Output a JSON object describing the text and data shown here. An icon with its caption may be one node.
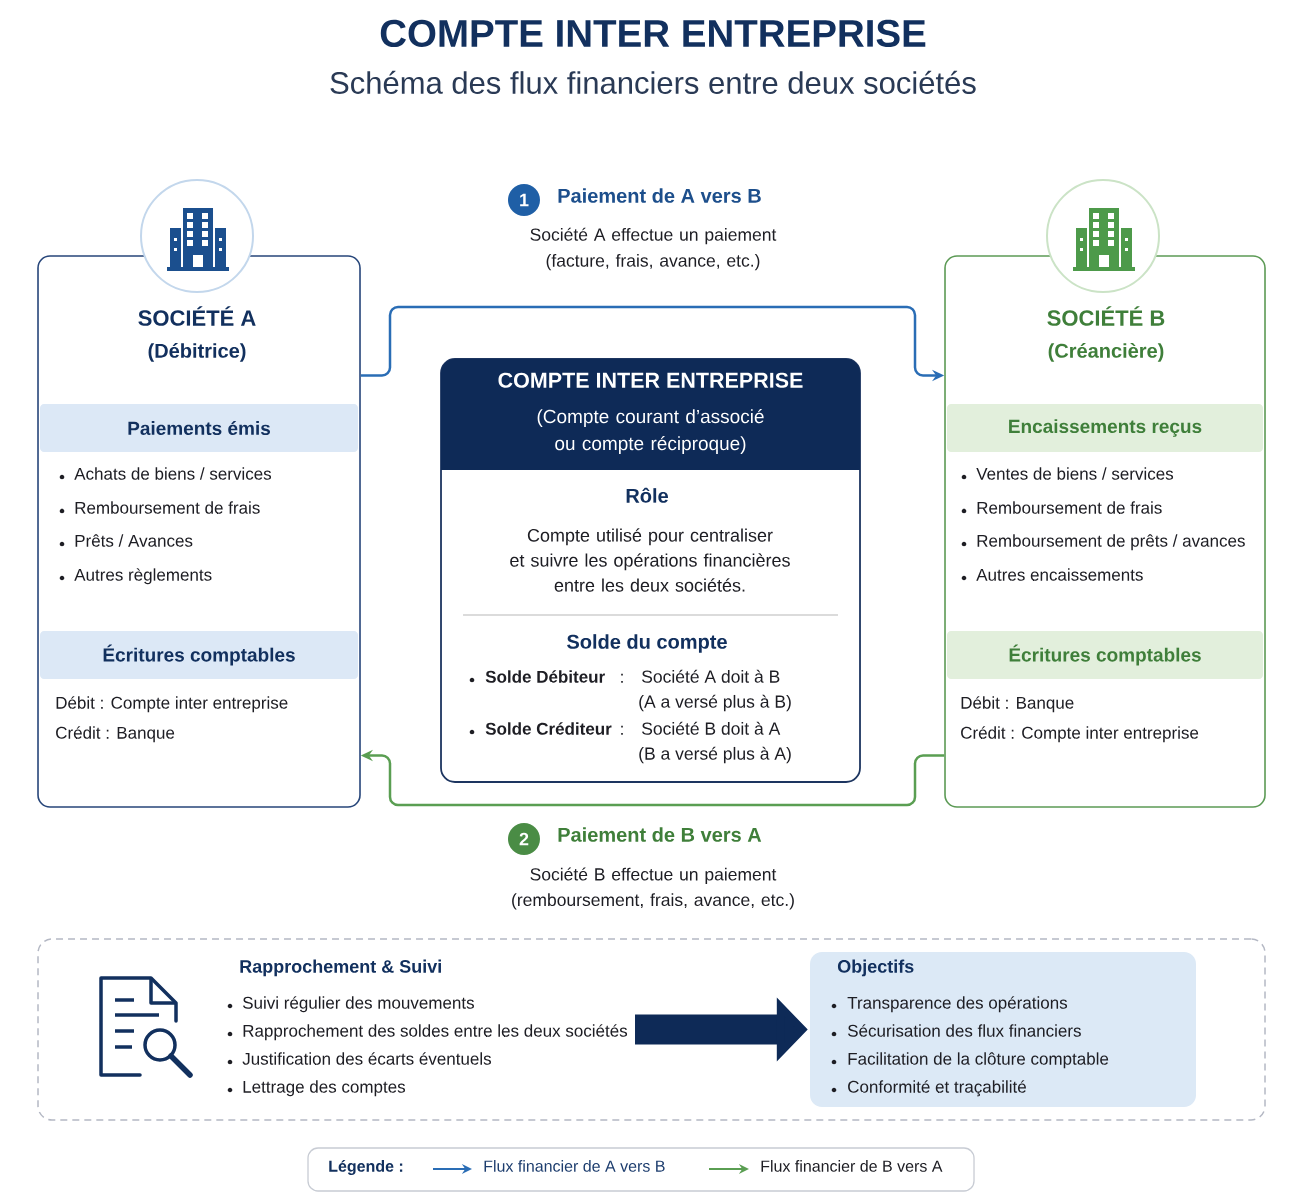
{
  "diagram": {
    "title": "COMPTE INTER ENTREPRISE",
    "nodes": [
      {
        "text": [
          "SOCIÉTÉ A",
          "(Débitrice)",
          "Achats de biens / services",
          "Remboursement de frais",
          "Prêts / Avances",
          "Autres règlements",
          "Débit : Compte inter entreprise",
          "Crédit : Banque"
        ]
      },
      {
        "text": [
          "Paiements émis"
        ],
        "in": 0
      },
      {
        "text": [
          "Écritures comptables"
        ],
        "in": 0
      },
      {
        "text": [
          "1"
        ],
        "beside": [
          "Paiement de A vers B"
        ]
      },
      {
        "text": [
          "Rôle",
          "Compte utilisé pour centraliser et suivre les opérations financières entre les deux sociétés.",
          "Solde du compte",
          "Solde Débiteur",
          ":",
          "Société A doit à B",
          "(A a versé plus à B)",
          "Solde Créditeur",
          ":",
          "Société B doit à A",
          "(B a versé plus à A)"
        ]
      },
      {
        "text": [
          "COMPTE INTER ENTREPRISE",
          "(Compte courant d’associé ou compte réciproque)"
        ],
        "in": 4
      },
      {
        "text": [
          "SOCIÉTÉ B",
          "(Créancière)",
          "Ventes de biens / services",
          "Remboursement de frais",
          "Remboursement de prêts / avances",
          "Autres encaissements",
          "Débit : Banque",
          "Crédit : Compte inter entreprise"
        ]
      },
      {
        "text": [
          "Encaissements reçus"
        ],
        "in": 6
      },
      {
        "text": [
          "Écritures comptables"
        ],
        "in": 6
      },
      {
        "text": [
          "2"
        ],
        "beside": [
          "Paiement de B vers A"
        ]
      },
      {
        "text": [],
        "shape": "box"
      },
      {
        "text": [
          "Rapprochement & Suivi",
          "Suivi régulier des mouvements",
          "Rapprochement des soldes entre les deux sociétés",
          "Justification des écarts éventuels",
          "Lettrage des comptes"
        ],
        "in": 10
      },
      {
        "text": [
          "Objectifs",
          "Transparence des opérations",
          "Sécurisation des flux financiers",
          "Facilitation de la clôture comptable",
          "Conformité et traçabilité"
        ],
        "in": 10
      }
    ],
    "edges": [
      {
        "from": 0,
        "to": 6,
        "arrow": "to",
        "color": "#2a6db5"
      },
      {
        "from": 6,
        "to": 0,
        "arrow": "to",
        "color": "#5a9e52"
      },
      {
        "from": 11,
        "to": 12,
        "arrow": "to",
        "style": "thick",
        "color": "#0e2a57"
      }
    ],
    "labels": [
      "Schéma des flux financiers entre deux sociétés",
      "Société A effectue un paiement (facture, frais, avance, etc.)",
      "Société B effectue un paiement (remboursement, frais, avance, etc.)",
      "Légende :"
    ],
    "legend": [
      {
        "text": "Flux financier de A vers B"
      },
      {
        "text": "Flux financier de B vers A"
      }
    ]
  }
}
